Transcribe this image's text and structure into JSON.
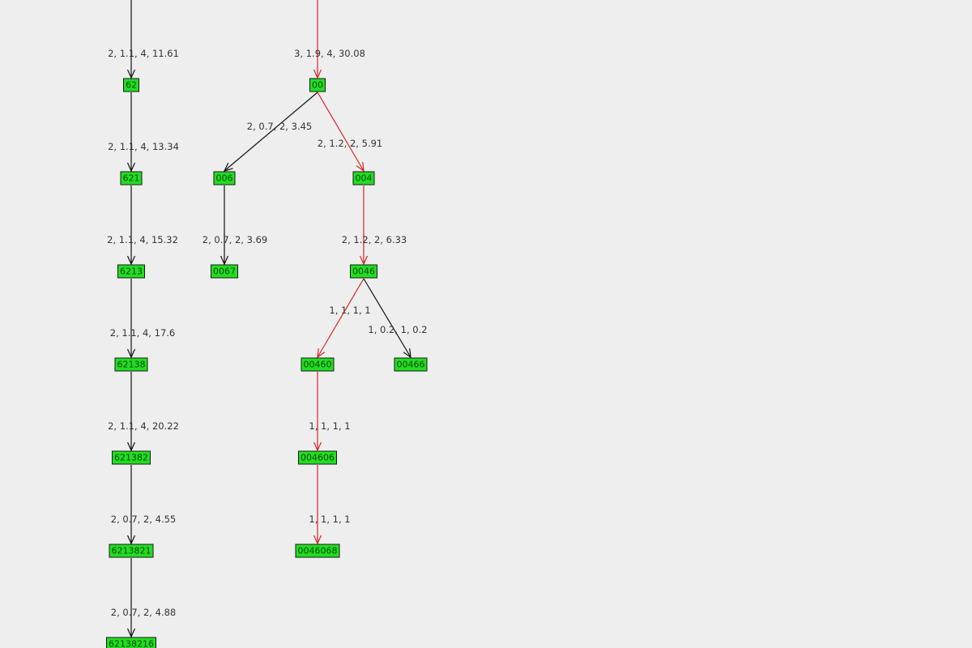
{
  "colors": {
    "background": "#eeeeee",
    "node_fill": "#22dd22",
    "node_border": "#1a1a1a",
    "edge_default": "#111111",
    "edge_highlight": "#dd2222",
    "label_text": "#333333"
  },
  "nodes": [
    {
      "id": "62",
      "label": "62"
    },
    {
      "id": "621",
      "label": "621"
    },
    {
      "id": "6213",
      "label": "6213"
    },
    {
      "id": "62138",
      "label": "62138"
    },
    {
      "id": "621382",
      "label": "621382"
    },
    {
      "id": "6213821",
      "label": "6213821"
    },
    {
      "id": "62138216",
      "label": "62138216"
    },
    {
      "id": "00",
      "label": "00"
    },
    {
      "id": "006",
      "label": "006"
    },
    {
      "id": "0067",
      "label": "0067"
    },
    {
      "id": "004",
      "label": "004"
    },
    {
      "id": "0046",
      "label": "0046"
    },
    {
      "id": "00460",
      "label": "00460"
    },
    {
      "id": "00466",
      "label": "00466"
    },
    {
      "id": "004606",
      "label": "004606"
    },
    {
      "id": "0046068",
      "label": "0046068"
    }
  ],
  "edges": [
    {
      "from": "",
      "to": "62",
      "label": "2, 1.1, 4, 11.61",
      "highlight": false
    },
    {
      "from": "62",
      "to": "621",
      "label": "2, 1.1, 4, 13.34",
      "highlight": false
    },
    {
      "from": "621",
      "to": "6213",
      "label": "2, 1.1, 4, 15.32",
      "highlight": false
    },
    {
      "from": "6213",
      "to": "62138",
      "label": "2, 1.1, 4, 17.6",
      "highlight": false
    },
    {
      "from": "62138",
      "to": "621382",
      "label": "2, 1.1, 4, 20.22",
      "highlight": false
    },
    {
      "from": "621382",
      "to": "6213821",
      "label": "2, 0.7, 2, 4.55",
      "highlight": false
    },
    {
      "from": "6213821",
      "to": "62138216",
      "label": "2, 0.7, 2, 4.88",
      "highlight": false
    },
    {
      "from": "",
      "to": "00",
      "label": "3, 1.9, 4, 30.08",
      "highlight": true
    },
    {
      "from": "00",
      "to": "006",
      "label": "2, 0.7, 2, 3.45",
      "highlight": false
    },
    {
      "from": "006",
      "to": "0067",
      "label": "2, 0.7, 2, 3.69",
      "highlight": false
    },
    {
      "from": "00",
      "to": "004",
      "label": "2, 1.2, 2, 5.91",
      "highlight": true
    },
    {
      "from": "004",
      "to": "0046",
      "label": "2, 1.2, 2, 6.33",
      "highlight": true
    },
    {
      "from": "0046",
      "to": "00460",
      "label": "1, 1, 1, 1",
      "highlight": true
    },
    {
      "from": "0046",
      "to": "00466",
      "label": "1, 0.2, 1, 0.2",
      "highlight": false
    },
    {
      "from": "00460",
      "to": "004606",
      "label": "1, 1, 1, 1",
      "highlight": true
    },
    {
      "from": "004606",
      "to": "0046068",
      "label": "1, 1, 1, 1",
      "highlight": true
    }
  ]
}
